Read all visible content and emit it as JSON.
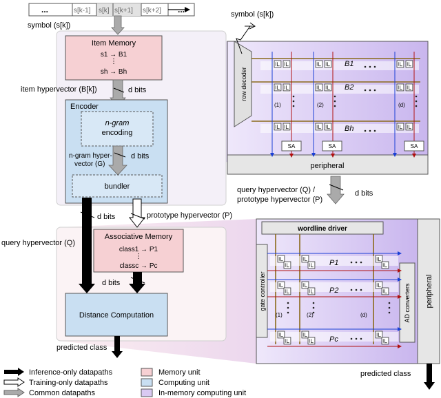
{
  "colors": {
    "memory_unit": "#f6d0d3",
    "computing_unit": "#c9dff2",
    "in_memory_unit": "#d9c9f2",
    "peripheral": "#e6e6e6",
    "row_wire": "#8a6a1a",
    "col_blue": "#1a3fd6",
    "col_red": "#b01010",
    "arrow_gray": "#aaaaaa"
  },
  "symbol_stream": {
    "cells": [
      "...",
      "s[k-1]",
      "s[k]",
      "s[k+1]",
      "s[k+2]",
      "..."
    ],
    "label": "symbol (s[k])"
  },
  "item_memory": {
    "title": "Item Memory",
    "map_top": "s1 → B1",
    "map_bottom": "sh → Bh",
    "output_label": "item hypervector (B[k])",
    "width_label": "d bits"
  },
  "encoder": {
    "title": "Encoder",
    "ngram_box": "n-gram encoding",
    "ngram_line1": "n-gram hyper-",
    "ngram_line2": "vector (G)",
    "width_label": "d bits",
    "bundler": "bundler"
  },
  "paths": {
    "left_width": "d bits",
    "prototype_label": "prototype hypervector (P)",
    "query_label": "query hypervector (Q)",
    "assoc_width": "d bits",
    "predicted_left": "predicted class",
    "predicted_right": "predicted class"
  },
  "associative_memory": {
    "title": "Associative Memory",
    "map_top": "class1 → P1",
    "map_bottom": "classc → Pc"
  },
  "distance": {
    "title": "Distance Computation"
  },
  "top_array": {
    "symbol_label": "symbol (s[k])",
    "row_decoder": "row decoder",
    "rows": [
      "B1",
      "B2",
      "Bh"
    ],
    "columns": [
      "(1)",
      "(2)",
      "(d)"
    ],
    "sense_amp": "SA",
    "peripheral": "peripheral"
  },
  "mid_labels": {
    "line1": "query hypervector (Q) /",
    "line2": "prototype hypervector (P)",
    "width": "d bits"
  },
  "bottom_array": {
    "wordline_driver": "wordline driver",
    "gate_controller": "gate controller",
    "ad_converters": "AD converters",
    "peripheral": "peripheral",
    "rows": [
      "P1",
      "P2",
      "Pc"
    ],
    "columns": [
      "(1)",
      "(2)",
      "(d)"
    ]
  },
  "legend": {
    "items": [
      {
        "label": "Inference-only datapaths",
        "kind": "black"
      },
      {
        "label": "Training-only datapaths",
        "kind": "white"
      },
      {
        "label": "Common datapaths",
        "kind": "gray"
      }
    ],
    "units": [
      {
        "label": "Memory unit",
        "color": "#f6d0d3"
      },
      {
        "label": "Computing unit",
        "color": "#c9dff2"
      },
      {
        "label": "In-memory computing unit",
        "color": "#d9c9f2"
      }
    ]
  }
}
